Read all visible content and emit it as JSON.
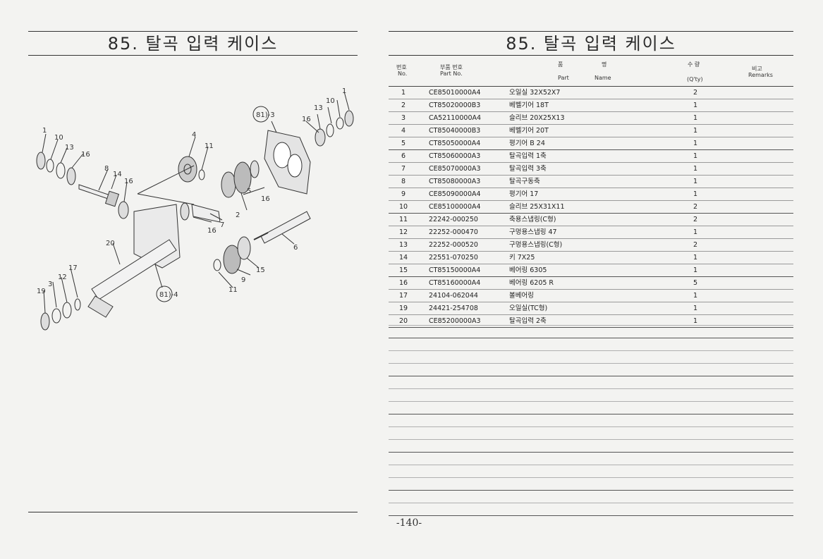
{
  "left": {
    "title": "85. 탈곡 입력 케이스",
    "callouts": [
      "1",
      "10",
      "13",
      "16",
      "8",
      "14",
      "16",
      "4",
      "11",
      "2",
      "5",
      "16",
      "7",
      "16",
      "20",
      "17",
      "3",
      "12",
      "19",
      "81)-4",
      "9",
      "11",
      "15",
      "6",
      "81)-3",
      "16",
      "13",
      "10",
      "1"
    ]
  },
  "right": {
    "title": "85. 탈곡 입력 케이스",
    "headers": {
      "no_ko": "번호",
      "no_en": "No.",
      "part_ko": "부품 번호",
      "part_en": "Part  No.",
      "name_ko1": "품",
      "name_ko2": "명",
      "name_en1": "Part",
      "name_en2": "Name",
      "qty_ko": "수  량",
      "qty_en": "(Q'ty)",
      "rm_ko": "비고",
      "rm_en": "Remarks"
    },
    "rows": [
      {
        "no": "1",
        "part": "CE85010000A4",
        "name": "오일실 32X52X7",
        "qty": "2"
      },
      {
        "no": "2",
        "part": "CT85020000B3",
        "name": "베벨기어 18T",
        "qty": "1"
      },
      {
        "no": "3",
        "part": "CA52110000A4",
        "name": "슬리브 20X25X13",
        "qty": "1"
      },
      {
        "no": "4",
        "part": "CT85040000B3",
        "name": "베벨기어 20T",
        "qty": "1"
      },
      {
        "no": "5",
        "part": "CT85050000A4",
        "name": "평기어 B 24",
        "qty": "1"
      },
      {
        "no": "6",
        "part": "CT85060000A3",
        "name": "탈곡입력 1축",
        "qty": "1"
      },
      {
        "no": "7",
        "part": "CE85070000A3",
        "name": "탈곡입력 3축",
        "qty": "1"
      },
      {
        "no": "8",
        "part": "CT85080000A3",
        "name": "탈곡구동축",
        "qty": "1"
      },
      {
        "no": "9",
        "part": "CE85090000A4",
        "name": "평기어 17",
        "qty": "1"
      },
      {
        "no": "10",
        "part": "CE85100000A4",
        "name": "슬리브 25X31X11",
        "qty": "2"
      },
      {
        "no": "11",
        "part": "22242-000250",
        "name": "축용스냅링(C형)",
        "qty": "2"
      },
      {
        "no": "12",
        "part": "22252-000470",
        "name": "구멍용스냅링 47",
        "qty": "1"
      },
      {
        "no": "13",
        "part": "22252-000520",
        "name": "구멍용스냅링(C형)",
        "qty": "2"
      },
      {
        "no": "14",
        "part": "22551-070250",
        "name": "키 7X25",
        "qty": "1"
      },
      {
        "no": "15",
        "part": "CT85150000A4",
        "name": "베어링 6305",
        "qty": "1"
      },
      {
        "no": "16",
        "part": "CT85160000A4",
        "name": "베어링 6205 R",
        "qty": "5"
      },
      {
        "no": "17",
        "part": "24104-062044",
        "name": "볼베어링",
        "qty": "1"
      },
      {
        "no": "19",
        "part": "24421-254708",
        "name": "오일실(TC형)",
        "qty": "1"
      },
      {
        "no": "20",
        "part": "CE85200000A3",
        "name": "탈곡입력 2축",
        "qty": "1"
      }
    ],
    "page_number": "-140-"
  }
}
